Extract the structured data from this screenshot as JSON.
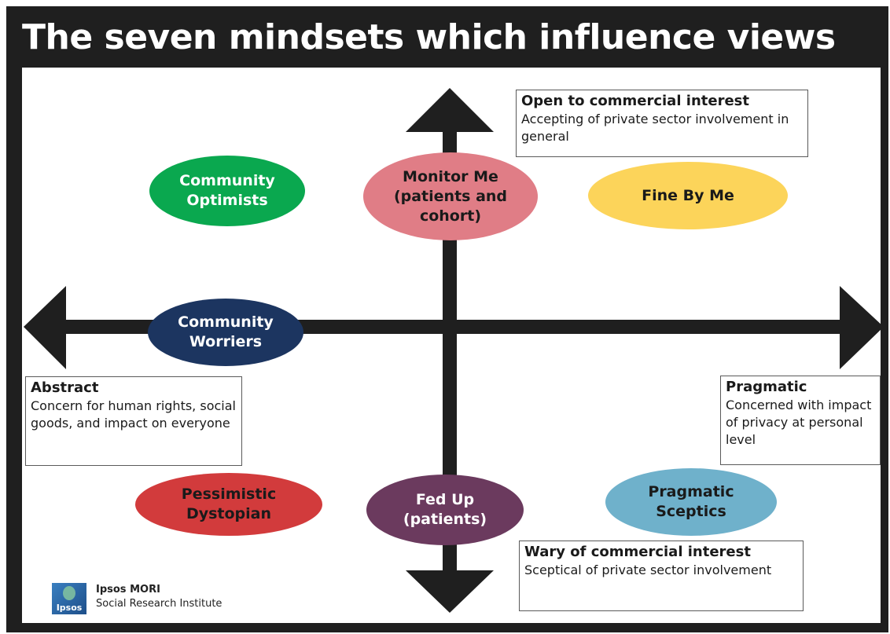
{
  "title": "The seven mindsets which influence views",
  "colors": {
    "frame": "#1f1f1f",
    "axis": "#1f1f1f",
    "community_optimists": "#0aa84f",
    "monitor_me": "#e07d86",
    "fine_by_me": "#fcd45a",
    "community_worriers": "#1c3560",
    "pessimistic_dystopian": "#d23b3c",
    "fed_up": "#6b3a5e",
    "pragmatic_sceptics": "#6fb1cb"
  },
  "axis_labels": {
    "top": {
      "heading": "Open to commercial interest",
      "desc": "Accepting of private sector involvement in general"
    },
    "bottom": {
      "heading": "Wary of commercial interest",
      "desc": "Sceptical of private sector involvement"
    },
    "left": {
      "heading": "Abstract",
      "desc": "Concern for human rights, social goods, and impact on everyone"
    },
    "right": {
      "heading": "Pragmatic",
      "desc": "Concerned with impact of privacy at personal level"
    }
  },
  "mindsets": {
    "community_optimists": "Community\nOptimists",
    "monitor_me": "Monitor Me\n(patients and\ncohort)",
    "fine_by_me": "Fine By Me",
    "community_worriers": "Community\nWorriers",
    "pessimistic_dystopian": "Pessimistic\nDystopian",
    "fed_up": "Fed Up\n(patients)",
    "pragmatic_sceptics": "Pragmatic\nSceptics"
  },
  "brand": {
    "logo_text": "Ipsos",
    "name": "Ipsos MORI",
    "subtitle": "Social Research Institute"
  }
}
